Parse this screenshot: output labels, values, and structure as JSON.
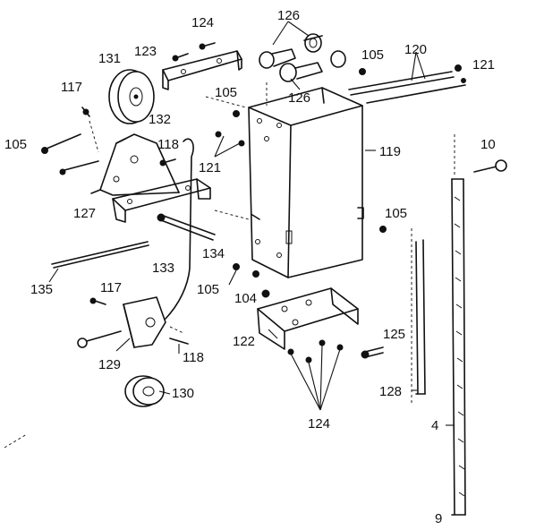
{
  "labels": {
    "p124_top": "124",
    "p126_top": "126",
    "p123": "123",
    "p131": "131",
    "p117_l": "117",
    "p105_a": "105",
    "p105_b": "105",
    "p120": "120",
    "p121_r": "121",
    "p126_mid": "126",
    "p105_l": "105",
    "p132": "132",
    "p118_a": "118",
    "p121_c": "121",
    "p119": "119",
    "p10": "10",
    "p127": "127",
    "p105_c": "105",
    "p134": "134",
    "p133": "133",
    "p105_d": "105",
    "p135": "135",
    "p117_b": "117",
    "p104": "104",
    "p122": "122",
    "p125": "125",
    "p129": "129",
    "p118_b": "118",
    "p128": "128",
    "p130": "130",
    "p124_bot": "124",
    "p4": "4",
    "p9": "9"
  }
}
